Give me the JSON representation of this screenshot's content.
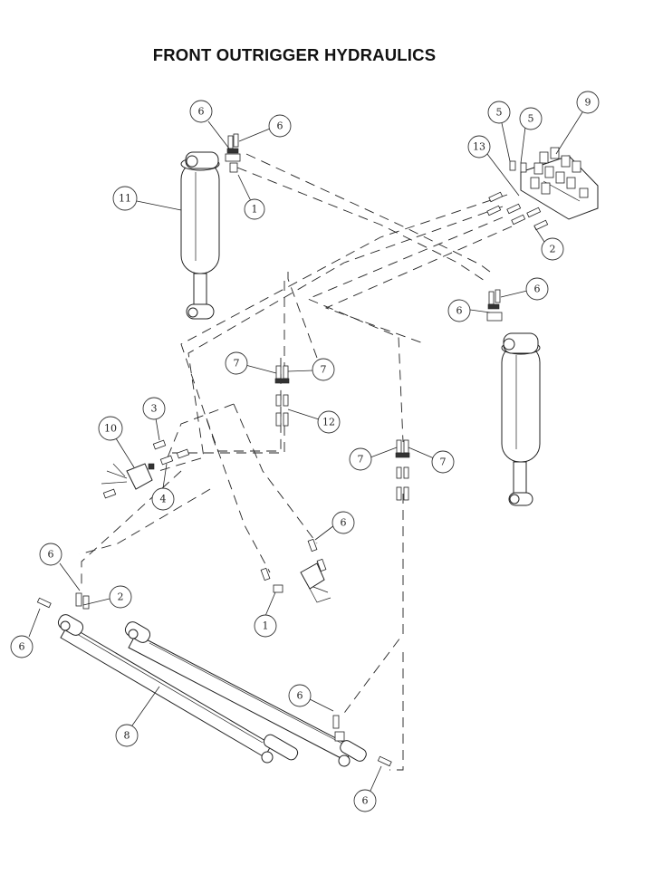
{
  "title": "FRONT OUTRIGGER HYDRAULICS",
  "callouts": [
    {
      "id": "6-top-left",
      "label": "6"
    },
    {
      "id": "6-top-right",
      "label": "6"
    },
    {
      "id": "1-top",
      "label": "1"
    },
    {
      "id": "11",
      "label": "11"
    },
    {
      "id": "5-a",
      "label": "5"
    },
    {
      "id": "5-b",
      "label": "5"
    },
    {
      "id": "9",
      "label": "9"
    },
    {
      "id": "13",
      "label": "13"
    },
    {
      "id": "2-valve",
      "label": "2"
    },
    {
      "id": "6-right-a",
      "label": "6"
    },
    {
      "id": "6-right-b",
      "label": "6"
    },
    {
      "id": "7-a",
      "label": "7"
    },
    {
      "id": "7-b",
      "label": "7"
    },
    {
      "id": "12",
      "label": "12"
    },
    {
      "id": "3",
      "label": "3"
    },
    {
      "id": "10",
      "label": "10"
    },
    {
      "id": "4",
      "label": "4"
    },
    {
      "id": "7-c",
      "label": "7"
    },
    {
      "id": "7-d",
      "label": "7"
    },
    {
      "id": "6-mid",
      "label": "6"
    },
    {
      "id": "6-left-top",
      "label": "6"
    },
    {
      "id": "2-left",
      "label": "2"
    },
    {
      "id": "1-bottom",
      "label": "1"
    },
    {
      "id": "6-left-bottom",
      "label": "6"
    },
    {
      "id": "8",
      "label": "8"
    },
    {
      "id": "6-lower-right",
      "label": "6"
    },
    {
      "id": "6-bottom",
      "label": "6"
    }
  ]
}
